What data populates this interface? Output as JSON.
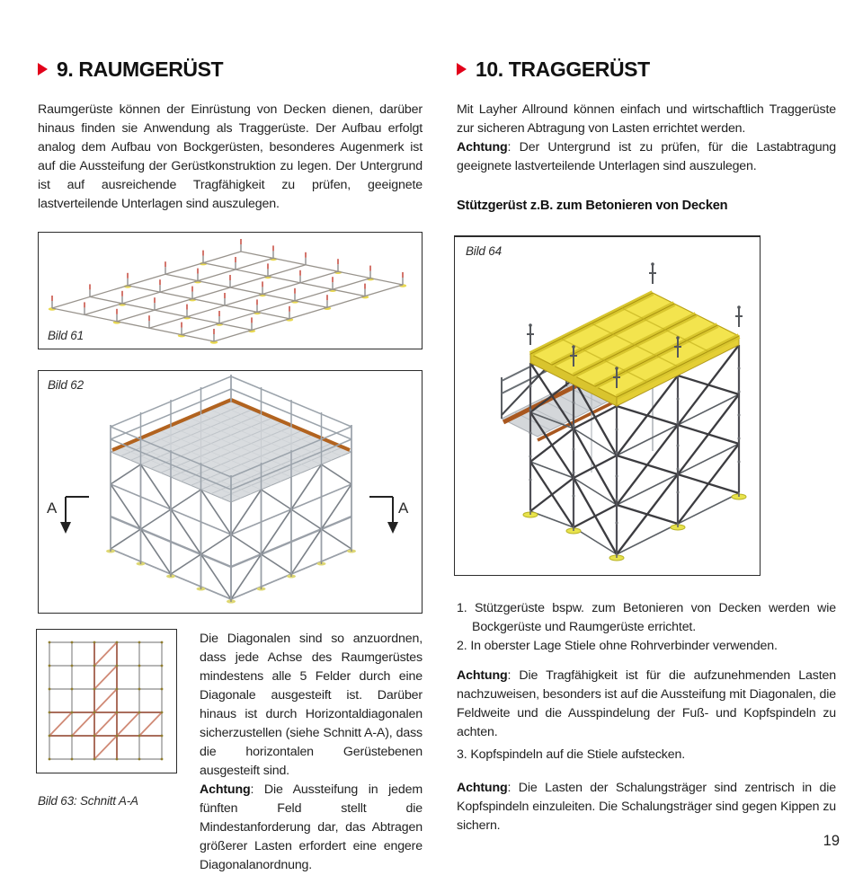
{
  "page": {
    "number": "19",
    "accent_red": "#e2001a"
  },
  "left": {
    "heading": "9. RAUMGERÜST",
    "intro": "Raumgerüste können der Einrüstung von Decken dienen, darüber hinaus finden sie Anwendung als Traggerüste. Der Aufbau erfolgt analog dem Aufbau von Bockgerüsten, besonderes Augenmerk ist auf die Aussteifung der Gerüstkonstruktion zu legen. Der Untergrund ist auf ausreichende Tragfähigkeit zu prüfen, geeignete lastverteilende Unterlagen sind auszulegen.",
    "bild61_label": "Bild 61",
    "bild62_label": "Bild 62",
    "bild63_caption": "Bild 63: Schnitt A-A",
    "section_marker_left": "A",
    "section_marker_right": "A",
    "diagonal_text": "Die Diagonalen sind so anzuordnen, dass jede Achse des Raumgerüstes mindestens alle 5 Felder durch eine Diagonale ausgesteift ist. Darüber hinaus ist durch Horizontaldiagonalen sicherzustellen (siehe Schnitt A-A), dass die horizontalen Gerüstebenen ausgesteift sind.",
    "achtung_label": "Achtung",
    "achtung_text": ": Die Aussteifung in jedem fünften Feld stellt die Mindestanforderung dar, das Abtragen größerer Lasten erfordert eine engere Diagonalanordnung."
  },
  "right": {
    "heading": "10. TRAGGERÜST",
    "intro": "Mit Layher Allround können einfach und wirtschaftlich Traggerüste zur sicheren Abtragung von Lasten errichtet werden.",
    "achtung_label_1": "Achtung",
    "intro_achtung": ": Der Untergrund ist zu prüfen, für die Lastabtragung geeignete lastverteilende Unterlagen sind auszulegen.",
    "subheading": "Stützgerüst z.B. zum Betonieren von Decken",
    "bild64_label": "Bild 64",
    "list": [
      {
        "num": "1.",
        "text": "Stützgerüste bspw. zum Betonieren von Decken werden wie Bockgerüste und Raumgerüste errichtet."
      },
      {
        "num": "2.",
        "text": "In oberster Lage Stiele ohne Rohrverbinder verwenden."
      }
    ],
    "achtung_label_2": "Achtung",
    "achtung_text_2": ": Die Tragfähigkeit ist für die aufzunehmenden Lasten nachzuweisen, besonders ist auf die Aussteifung mit Diagonalen, die Feldweite und die Ausspindelung der Fuß- und Kopfspindeln zu achten.",
    "item3_num": "3.",
    "item3_text": "Kopfspindeln auf die Stiele aufstecken.",
    "achtung_label_3": "Achtung",
    "achtung_text_3": ": Die Lasten der Schalungsträger sind zentrisch in die Kopfspindeln einzuleiten. Die Schalungsträger sind gegen Kippen zu sichern."
  }
}
